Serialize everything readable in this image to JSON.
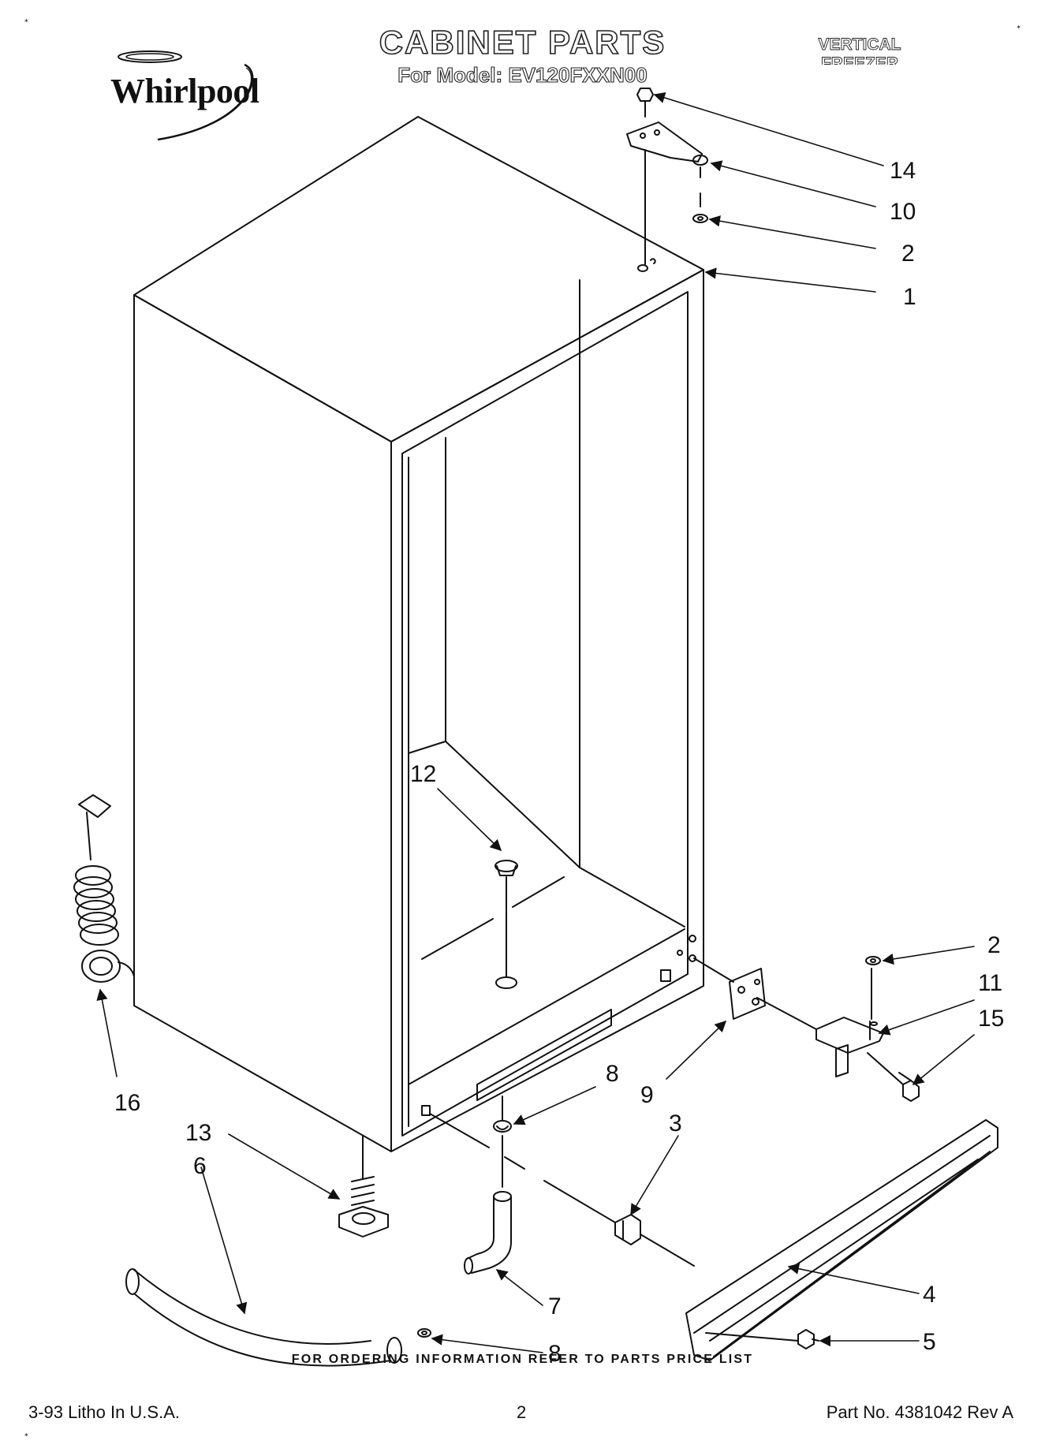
{
  "header": {
    "brand": "Whirlpool",
    "title": "CABINET PARTS",
    "subtitle": "For Model: EV120FXXN00",
    "category_line1": "VERTICAL",
    "category_line2": "FREEZER"
  },
  "callouts": {
    "c14": "14",
    "c10": "10",
    "c2_top": "2",
    "c1": "1",
    "c12": "12",
    "c2_right": "2",
    "c11": "11",
    "c15": "15",
    "c16": "16",
    "c8_upper": "8",
    "c9": "9",
    "c3": "3",
    "c13": "13",
    "c6": "6",
    "c7": "7",
    "c4": "4",
    "c8_lower": "8",
    "c5": "5"
  },
  "footer": {
    "note": "FOR ORDERING INFORMATION REFER TO PARTS PRICE LIST",
    "left": "3-93 Litho In U.S.A.",
    "page": "2",
    "part_no": "Part No. 4381042 Rev A"
  },
  "colors": {
    "line": "#111111",
    "paper": "#ffffff"
  }
}
